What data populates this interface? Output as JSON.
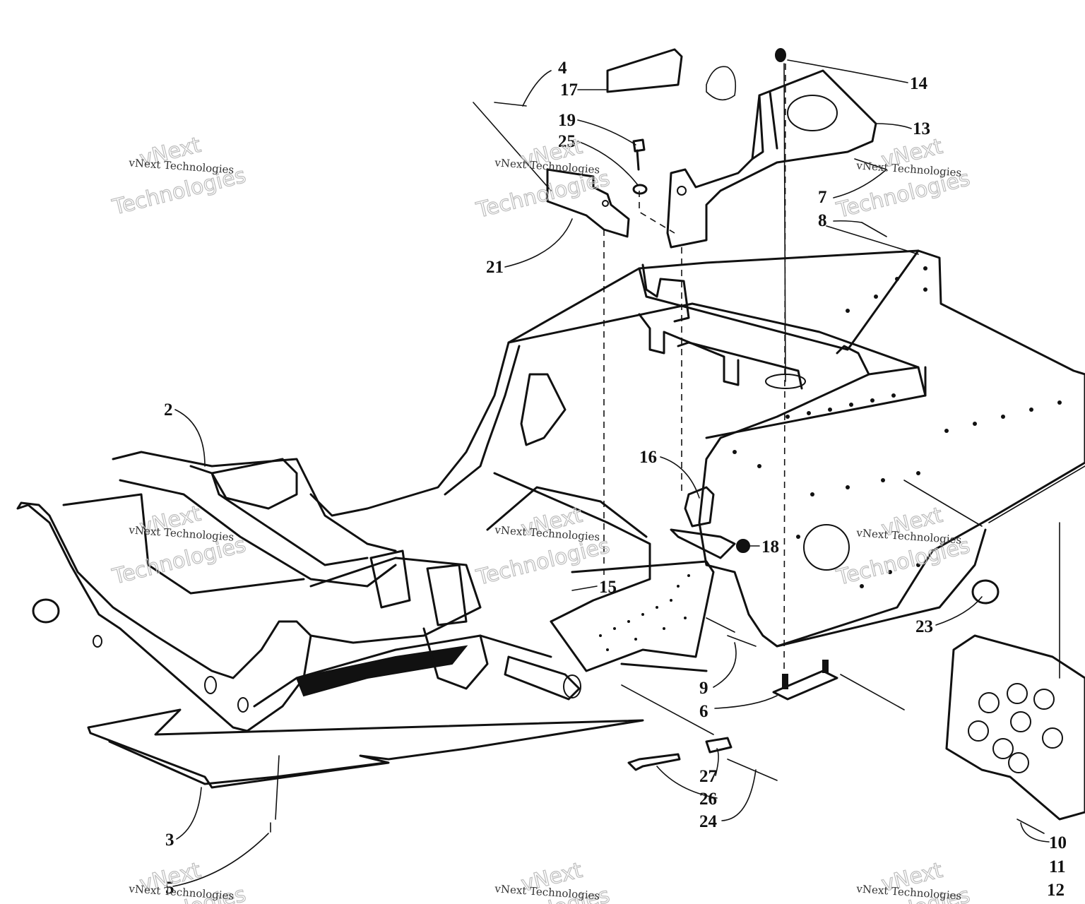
{
  "diagram": {
    "callouts": [
      "4",
      "17",
      "19",
      "25",
      "14",
      "13",
      "7",
      "8",
      "21",
      "2",
      "16",
      "18",
      "15",
      "23",
      "9",
      "6",
      "27",
      "26",
      "24",
      "3",
      "5",
      "10",
      "11",
      "12"
    ],
    "watermark": {
      "small": "vNext Technologies",
      "big_line1": "vNext",
      "big_line2": "Technologies"
    }
  }
}
